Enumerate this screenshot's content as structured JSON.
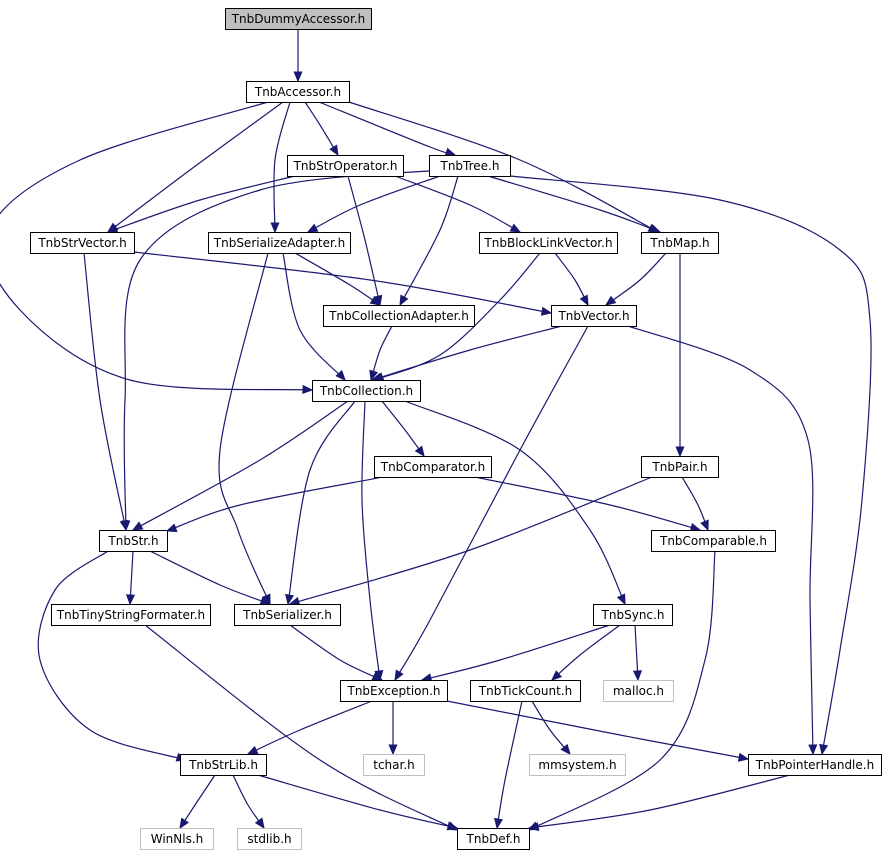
{
  "colors": {
    "edge": "#191970",
    "node_border": "#000000",
    "node_fill": "#ffffff",
    "root_fill": "#bfbfbf",
    "external_border": "#bfbfbf",
    "text": "#000000"
  },
  "nodes": [
    {
      "id": "n0",
      "label": "TnbDummyAccessor.h",
      "kind": "root"
    },
    {
      "id": "n1",
      "label": "TnbAccessor.h",
      "kind": "normal"
    },
    {
      "id": "n2",
      "label": "TnbStrOperator.h",
      "kind": "normal"
    },
    {
      "id": "n3",
      "label": "TnbTree.h",
      "kind": "normal"
    },
    {
      "id": "n4",
      "label": "TnbStrVector.h",
      "kind": "normal"
    },
    {
      "id": "n5",
      "label": "TnbSerializeAdapter.h",
      "kind": "normal"
    },
    {
      "id": "n6",
      "label": "TnbBlockLinkVector.h",
      "kind": "normal"
    },
    {
      "id": "n7",
      "label": "TnbMap.h",
      "kind": "normal"
    },
    {
      "id": "n8",
      "label": "TnbCollectionAdapter.h",
      "kind": "normal"
    },
    {
      "id": "n9",
      "label": "TnbVector.h",
      "kind": "normal"
    },
    {
      "id": "n10",
      "label": "TnbCollection.h",
      "kind": "normal"
    },
    {
      "id": "n11",
      "label": "TnbComparator.h",
      "kind": "normal"
    },
    {
      "id": "n12",
      "label": "TnbPair.h",
      "kind": "normal"
    },
    {
      "id": "n13",
      "label": "TnbStr.h",
      "kind": "normal"
    },
    {
      "id": "n14",
      "label": "TnbComparable.h",
      "kind": "normal"
    },
    {
      "id": "n15",
      "label": "TnbTinyStringFormater.h",
      "kind": "normal"
    },
    {
      "id": "n16",
      "label": "TnbSerializer.h",
      "kind": "normal"
    },
    {
      "id": "n17",
      "label": "TnbSync.h",
      "kind": "normal"
    },
    {
      "id": "n18",
      "label": "TnbException.h",
      "kind": "normal"
    },
    {
      "id": "n19",
      "label": "TnbTickCount.h",
      "kind": "normal"
    },
    {
      "id": "n20",
      "label": "malloc.h",
      "kind": "external"
    },
    {
      "id": "n21",
      "label": "TnbStrLib.h",
      "kind": "normal"
    },
    {
      "id": "n22",
      "label": "tchar.h",
      "kind": "external"
    },
    {
      "id": "n23",
      "label": "mmsystem.h",
      "kind": "external"
    },
    {
      "id": "n24",
      "label": "TnbPointerHandle.h",
      "kind": "normal"
    },
    {
      "id": "n25",
      "label": "WinNls.h",
      "kind": "external"
    },
    {
      "id": "n26",
      "label": "stdlib.h",
      "kind": "external"
    },
    {
      "id": "n27",
      "label": "TnbDef.h",
      "kind": "normal"
    }
  ],
  "edges": [
    [
      "n0",
      "n1"
    ],
    [
      "n1",
      "n2"
    ],
    [
      "n1",
      "n3"
    ],
    [
      "n1",
      "n4"
    ],
    [
      "n1",
      "n5"
    ],
    [
      "n1",
      "n7"
    ],
    [
      "n1",
      "n10"
    ],
    [
      "n2",
      "n4"
    ],
    [
      "n2",
      "n8"
    ],
    [
      "n2",
      "n6"
    ],
    [
      "n3",
      "n5"
    ],
    [
      "n3",
      "n7"
    ],
    [
      "n3",
      "n8"
    ],
    [
      "n3",
      "n13"
    ],
    [
      "n3",
      "n24"
    ],
    [
      "n4",
      "n9"
    ],
    [
      "n4",
      "n13"
    ],
    [
      "n5",
      "n8"
    ],
    [
      "n5",
      "n10"
    ],
    [
      "n5",
      "n16"
    ],
    [
      "n6",
      "n9"
    ],
    [
      "n6",
      "n10"
    ],
    [
      "n7",
      "n9"
    ],
    [
      "n7",
      "n12"
    ],
    [
      "n8",
      "n10"
    ],
    [
      "n9",
      "n10"
    ],
    [
      "n9",
      "n18"
    ],
    [
      "n9",
      "n24"
    ],
    [
      "n10",
      "n11"
    ],
    [
      "n10",
      "n13"
    ],
    [
      "n10",
      "n16"
    ],
    [
      "n10",
      "n18"
    ],
    [
      "n10",
      "n17"
    ],
    [
      "n11",
      "n13"
    ],
    [
      "n11",
      "n14"
    ],
    [
      "n12",
      "n14"
    ],
    [
      "n12",
      "n16"
    ],
    [
      "n13",
      "n15"
    ],
    [
      "n13",
      "n16"
    ],
    [
      "n13",
      "n21"
    ],
    [
      "n14",
      "n27"
    ],
    [
      "n15",
      "n27"
    ],
    [
      "n16",
      "n18"
    ],
    [
      "n17",
      "n18"
    ],
    [
      "n17",
      "n19"
    ],
    [
      "n17",
      "n20"
    ],
    [
      "n18",
      "n21"
    ],
    [
      "n18",
      "n22"
    ],
    [
      "n18",
      "n24"
    ],
    [
      "n19",
      "n23"
    ],
    [
      "n19",
      "n27"
    ],
    [
      "n21",
      "n25"
    ],
    [
      "n21",
      "n26"
    ],
    [
      "n21",
      "n27"
    ],
    [
      "n24",
      "n27"
    ]
  ]
}
